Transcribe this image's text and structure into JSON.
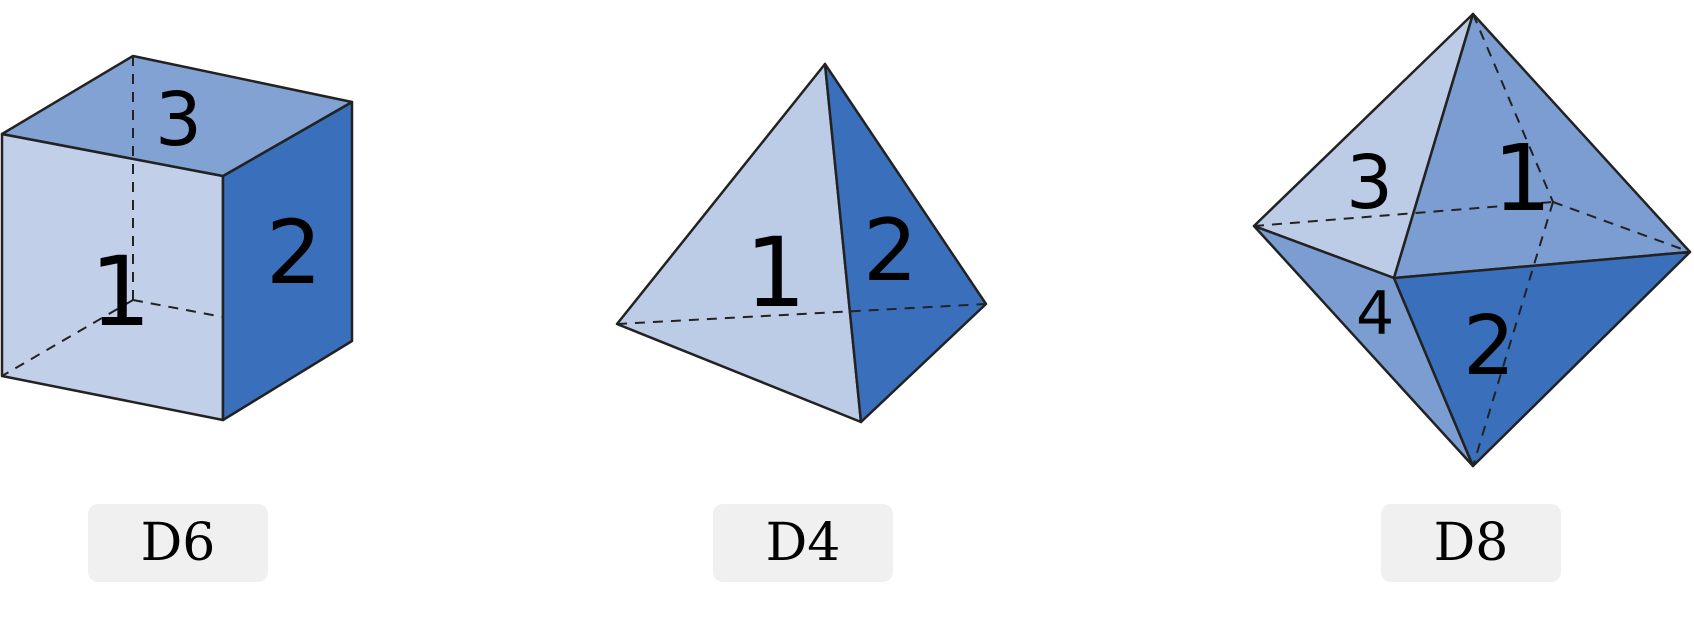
{
  "colors": {
    "light_face": "#bccbe6",
    "mid_face": "#7b9dd1",
    "dark_face": "#3a70bb",
    "edge": "#222222",
    "label_bg": "#f0f0f0"
  },
  "dice": [
    {
      "label": "D6",
      "shape": "cube",
      "faces": [
        "1",
        "2",
        "3"
      ]
    },
    {
      "label": "D4",
      "shape": "tetrahedron",
      "faces": [
        "1",
        "2"
      ]
    },
    {
      "label": "D8",
      "shape": "octahedron",
      "faces": [
        "1",
        "2",
        "3",
        "4"
      ]
    }
  ]
}
